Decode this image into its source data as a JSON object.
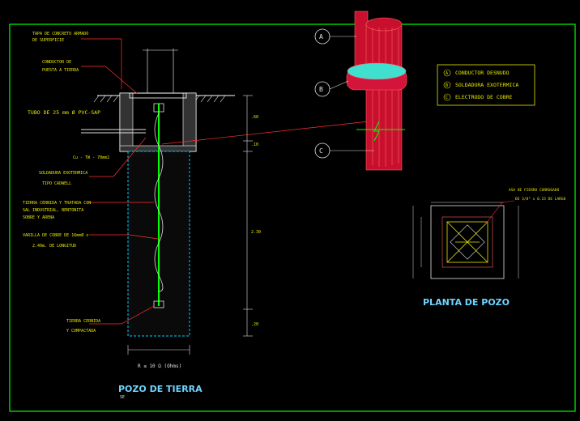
{
  "colors": {
    "frame": "#00ff00",
    "text_yellow": "#e6e600",
    "text_white": "#e0e0e0",
    "title": "#6fd3ff",
    "electrode": "#c8102e",
    "weld": "#d4143b",
    "weld_fill": "#40e0d0",
    "dims": "#ff3030",
    "dashed": "#00ccff"
  },
  "pozo": {
    "labels": {
      "tapa": "TAPA DE CONCRETO ARMADO",
      "tapa2": "DE SUPERFICIE",
      "conductor": "CONDUCTOR DE",
      "conductor2": "PUESTA A TIERRA",
      "tubo": "TUBO DE 25 mm Ø PVC-SAP",
      "cable": "Cu - TW - 70mm2",
      "soldadura": "SOLDADURA EXOTERMICA",
      "soldadura2": "TIPO CADWELL",
      "tierra": "TIERRA CERNIDA Y TRATADA CON",
      "tierra2": "SAL INDUSTRIAL, BENTONITA",
      "tierra3": "SOBRE Y ARENA",
      "varilla": "VARILLA DE COBRE DE 16mmØ x",
      "varilla2": "2.40m. DE LONGITUD",
      "tierra_comp": "TIERRA CERNIDA",
      "tierra_comp2": "Y COMPACTADA"
    },
    "dims": {
      "d1": ".60",
      "d2": ".10",
      "d3": "2.30",
      "d4": ".20"
    },
    "resistance": "R ≤ 10 Ω (Ohms)",
    "title": "POZO DE TIERRA",
    "scale": "SE"
  },
  "detail": {
    "markers": [
      "A",
      "B",
      "C"
    ],
    "legend": [
      {
        "key": "A",
        "text": "CONDUCTOR DESNUDO"
      },
      {
        "key": "B",
        "text": "SOLDADURA EXOTERMICA"
      },
      {
        "key": "C",
        "text": "ELECTRODO DE COBRE"
      }
    ]
  },
  "planta": {
    "note": "ASA DE FIERRO CORRUGADO",
    "note2": "DE 3/8\" x 0.15 DE LARGO",
    "title": "PLANTA DE POZO"
  }
}
